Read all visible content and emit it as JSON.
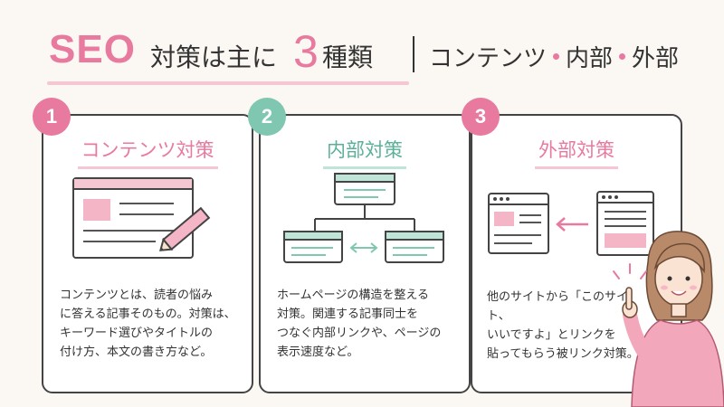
{
  "title": {
    "seo": "SEO",
    "part1": "対策は主に",
    "number": "3",
    "part2": "種類",
    "sub1": "コンテンツ",
    "sub2": "内部",
    "sub3": "外部"
  },
  "cards": [
    {
      "number": "1",
      "title": "コンテンツ対策",
      "lines": [
        "コンテンツとは、読者の悩み",
        "に答える記事そのもの。対策は、",
        "キーワード選びやタイトルの",
        "付け方、本文の書き方など。"
      ]
    },
    {
      "number": "2",
      "title": "内部対策",
      "lines": [
        "ホームページの構造を整える",
        "対策。関連する記事同士を",
        "つなぐ内部リンクや、ページの",
        "表示速度など。"
      ]
    },
    {
      "number": "3",
      "title": "外部対策",
      "lines": [
        "他のサイトから「このサイト、",
        "いいですよ」とリンクを",
        "貼ってもらう被リンク対策。"
      ]
    }
  ],
  "colors": {
    "accent_pink": "#e8799f",
    "accent_green": "#7fc7b0"
  },
  "icons": [
    "browser-window-icon",
    "pencil-icon",
    "sitemap-icon",
    "link-arrow-icon",
    "woman-pointing-illustration"
  ]
}
